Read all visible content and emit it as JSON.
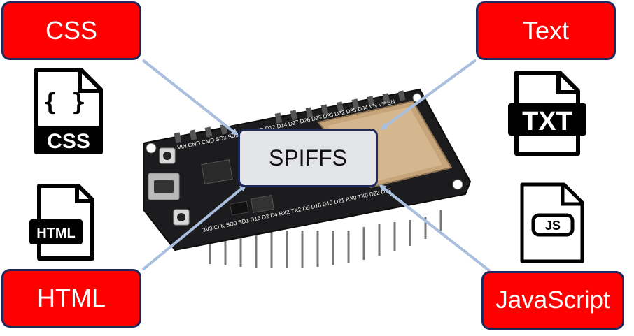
{
  "center": {
    "label": "SPIFFS"
  },
  "boxes": {
    "css": "CSS",
    "text": "Text",
    "html": "HTML",
    "javascript": "JavaScript"
  },
  "icons": {
    "css": {
      "name": "css-file-icon",
      "label": "CSS",
      "glyph": "{ }"
    },
    "txt": {
      "name": "txt-file-icon",
      "label": "TXT"
    },
    "html": {
      "name": "html-file-icon",
      "label": "HTML"
    },
    "js": {
      "name": "js-file-icon",
      "label": "JS"
    }
  },
  "board": {
    "top_pins": "VIN GND CMD SD3 SD2 D13 GND D12 D14 D27 D26 D25 D33 D32 D35 D34 VN VP EN",
    "bottom_pins": "3V3 CLK SD0 SD1 D15 D2 D4 RX2 TX2 D5 D18 D19 D21 RX0 TX0 D22 D23"
  },
  "colors": {
    "box_fill": "#ff0000",
    "box_border": "#1f2a5c",
    "center_fill": "#e3e4e8",
    "arrow": "#a9bfde"
  }
}
